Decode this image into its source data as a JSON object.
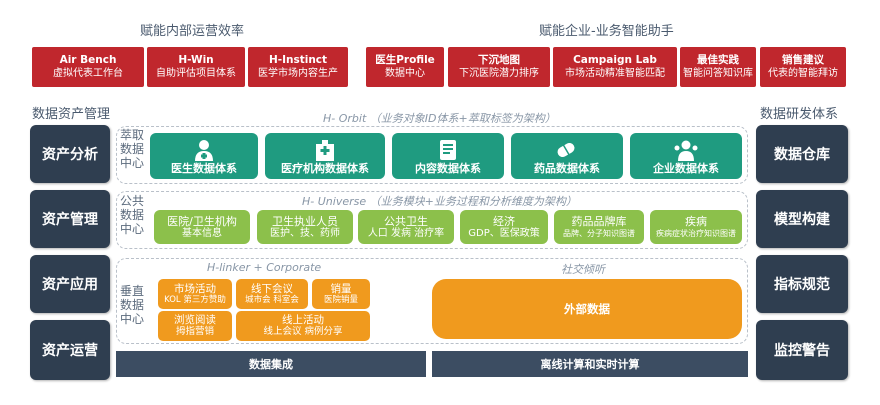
{
  "headers": {
    "internal": "赋能内部运营效率",
    "enterprise": "赋能企业-业务智能助手",
    "asset_mgmt": "数据资产管理",
    "data_rd": "数据研发体系"
  },
  "top_cards": [
    {
      "title": "Air Bench",
      "sub": "虚拟代表工作台"
    },
    {
      "title": "H-Win",
      "sub": "自助评估项目体系"
    },
    {
      "title": "H-Instinct",
      "sub": "医学市场内容生产"
    },
    {
      "title": "医生Profile",
      "sub": "数据中心"
    },
    {
      "title": "下沉地图",
      "sub": "下沉医院潜力排序"
    },
    {
      "title": "Campaign Lab",
      "sub": "市场活动精准智能匹配"
    },
    {
      "title": "最佳实践",
      "sub": "智能问答知识库"
    },
    {
      "title": "销售建议",
      "sub": "代表的智能拜访"
    }
  ],
  "left_boxes": [
    "资产分析",
    "资产管理",
    "资产应用",
    "资产运营"
  ],
  "right_boxes": [
    "数据仓库",
    "模型构建",
    "指标规范",
    "监控警告"
  ],
  "section1": {
    "side": [
      "萃取",
      "数据",
      "中心"
    ],
    "caption": "H- Orbit （业务对象ID体系+萃取标签为架构）",
    "items": [
      {
        "label": "医生数据体系",
        "icon": "doctor-icon"
      },
      {
        "label": "医疗机构数据体系",
        "icon": "hospital-icon"
      },
      {
        "label": "内容数据体系",
        "icon": "document-icon"
      },
      {
        "label": "药品数据体系",
        "icon": "pill-icon"
      },
      {
        "label": "企业数据体系",
        "icon": "team-icon"
      }
    ]
  },
  "section2": {
    "side": [
      "公共",
      "数据",
      "中心"
    ],
    "caption": "H- Universe （业务模块+业务过程和分析维度为架构）",
    "items": [
      {
        "title": "医院/卫生机构",
        "sub": "基本信息",
        "small": false
      },
      {
        "title": "卫生执业人员",
        "sub": "医护、技、药师",
        "small": false
      },
      {
        "title": "公共卫生",
        "sub": "人口 发病 治疗率",
        "small": false
      },
      {
        "title": "经济",
        "sub": "GDP、医保政策",
        "small": false
      },
      {
        "title": "药品品牌库",
        "sub": "品牌、分子知识图谱",
        "small": true
      },
      {
        "title": "疾病",
        "sub": "疾病症状治疗知识图谱",
        "small": true
      }
    ]
  },
  "section3": {
    "side": [
      "垂直",
      "数据",
      "中心"
    ],
    "caption_left": "H-linker + Corporate",
    "caption_right": "社交倾听",
    "items": [
      {
        "title": "市场活动",
        "sub": "KOL 第三方赞助"
      },
      {
        "title": "线下会议",
        "sub": "城市会 科室会"
      },
      {
        "title": "销量",
        "sub": "医院销量"
      },
      {
        "title": "浏览阅读",
        "sub": "拇指营销"
      },
      {
        "title": "线上活动",
        "sub": "线上会议 病例分享"
      }
    ],
    "external": "外部数据"
  },
  "bottom_bars": [
    "数据集成",
    "离线计算和实时计算"
  ]
}
